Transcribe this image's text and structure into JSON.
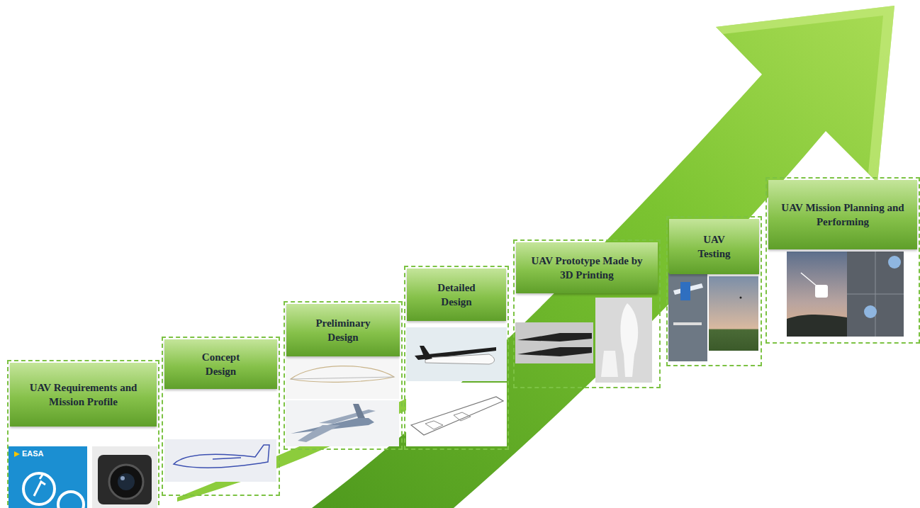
{
  "diagram": {
    "nodes": [
      {
        "text": [
          "UAV Requirements and Mission Profile"
        ]
      },
      {
        "text": [
          "Concept Design"
        ]
      },
      {
        "text": [
          "Preliminary Design"
        ]
      },
      {
        "text": [
          "Detailed Design"
        ]
      },
      {
        "text": [
          "UAV Prototype Made by 3D Printing"
        ]
      },
      {
        "text": [
          "UAV Testing"
        ]
      },
      {
        "text": [
          "UAV Mission Planning and Performing"
        ]
      }
    ],
    "labels": [
      "EASA"
    ]
  }
}
